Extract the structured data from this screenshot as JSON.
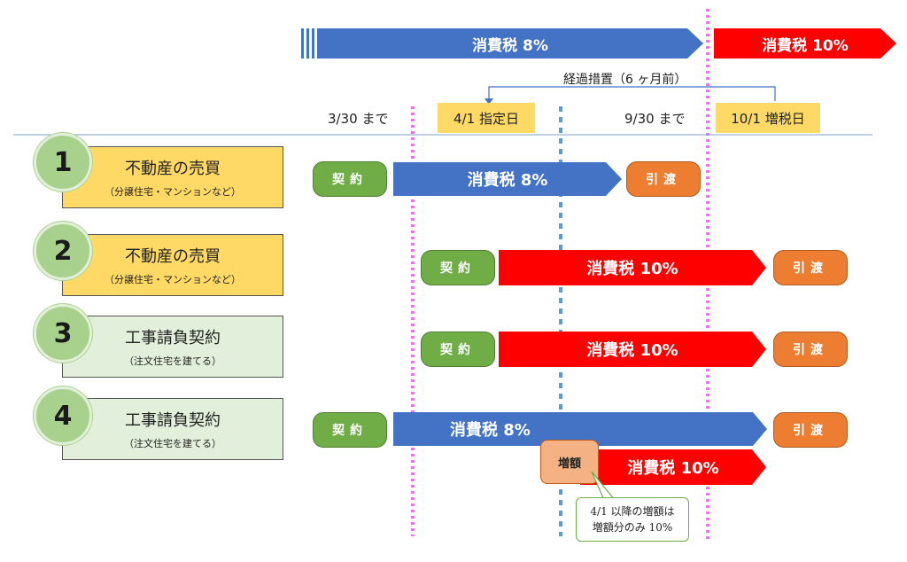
{
  "header": {
    "tax8_label": "消費税 8%",
    "tax10_label": "消費税 10%",
    "transition_label": "経過措置（6 ヶ月前）",
    "date_330": "3/30 まで",
    "date_41": "4/1 指定日",
    "date_930": "9/30 まで",
    "date_101": "10/1 増税日"
  },
  "rows": [
    {
      "number": "1",
      "title": "不動産の売買",
      "subtitle": "（分譲住宅・マンションなど）",
      "contract": "契約",
      "tax": "消費税 8%",
      "delivery": "引渡"
    },
    {
      "number": "2",
      "title": "不動産の売買",
      "subtitle": "（分譲住宅・マンションなど）",
      "contract": "契約",
      "tax": "消費税 10%",
      "delivery": "引渡"
    },
    {
      "number": "3",
      "title": "工事請負契約",
      "subtitle": "（注文住宅を建てる）",
      "contract": "契約",
      "tax": "消費税 10%",
      "delivery": "引渡"
    },
    {
      "number": "4",
      "title": "工事請負契約",
      "subtitle": "（注文住宅を建てる）",
      "contract": "契約",
      "tax": "消費税 8%",
      "tax_increase": "消費税 10%",
      "increase_badge": "増額",
      "delivery": "引渡"
    }
  ],
  "callout": {
    "line1": "4/1 以降の増額は",
    "line2": "増額分のみ 10%"
  },
  "colors": {
    "blue": "#4472c4",
    "red": "#ff0000",
    "green": "#70ad47",
    "orange": "#ed7d31",
    "yellow": "#ffd966",
    "lightgreen": "#e2efda",
    "pink_dotted": "#ff66ff",
    "blue_dotted": "#5b9bd5"
  }
}
